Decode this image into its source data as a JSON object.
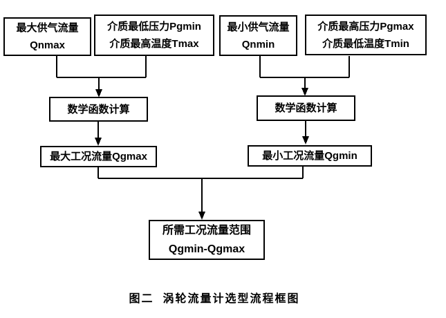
{
  "diagram": {
    "nodes": {
      "qnmax": {
        "line1": "最大供气流量",
        "line2": "Qnmax"
      },
      "pgmin_tmax": {
        "line1": "介质最低压力Pgmin",
        "line2": "介质最高温度Tmax"
      },
      "qnmin": {
        "line1": "最小供气流量",
        "line2": "Qnmin"
      },
      "pgmax_tmin": {
        "line1": "介质最高压力Pgmax",
        "line2": "介质最低温度Tmin"
      },
      "calc_left": {
        "line1": "数学函数计算"
      },
      "calc_right": {
        "line1": "数学函数计算"
      },
      "qgmax": {
        "line1": "最大工况流量Qgmax"
      },
      "qgmin": {
        "line1": "最小工况流量Qgmin"
      },
      "result": {
        "line1": "所需工况流量范围",
        "line2": "Qgmin-Qgmax"
      }
    },
    "caption": "图二  涡轮流量计选型流程框图",
    "colors": {
      "background": "#ffffff",
      "box_border": "#000000",
      "line": "#000000",
      "text": "#000000"
    }
  }
}
